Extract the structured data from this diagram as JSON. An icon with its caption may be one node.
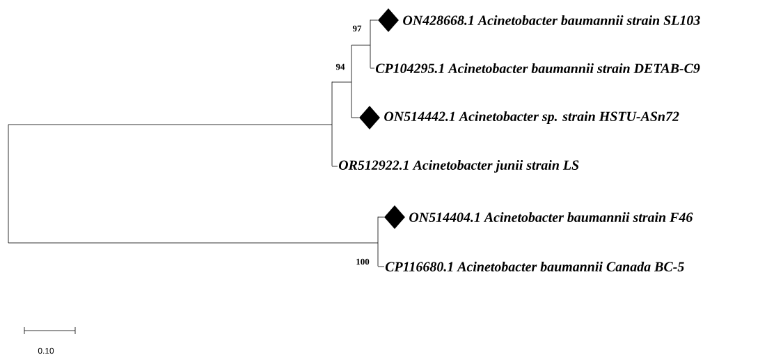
{
  "diagram": {
    "nodes": [
      {
        "text": [],
        "shape": "bar"
      },
      {
        "text": [],
        "shape": "bar"
      },
      {
        "text": [],
        "shape": "bar",
        "beside": [
          "94"
        ]
      },
      {
        "text": [],
        "shape": "bar",
        "beside": [
          "97"
        ]
      },
      {
        "text": [],
        "shape": "diamond",
        "beside": [
          "ON428668.1 Acinetobacter baumannii strain SL103"
        ]
      },
      {
        "text": [
          "CP104295.1 Acinetobacter baumannii strain DETAB-C9"
        ]
      },
      {
        "text": [],
        "shape": "diamond",
        "beside": [
          "ON514442.1 Acinetobacter sp. strain HSTU-ASn72"
        ]
      },
      {
        "text": [
          "OR512922.1 Acinetobacter junii strain LS"
        ]
      },
      {
        "text": [],
        "shape": "bar",
        "beside": [
          "100"
        ]
      },
      {
        "text": [],
        "shape": "diamond",
        "beside": [
          "ON514404.1 Acinetobacter baumannii strain F46"
        ]
      },
      {
        "text": [
          "CP116680.1 Acinetobacter baumannii Canada BC-5"
        ]
      }
    ],
    "edges": [
      {
        "from": 0,
        "to": 1,
        "arrow": "none"
      },
      {
        "from": 0,
        "to": 8,
        "arrow": "none"
      },
      {
        "from": 1,
        "to": 2,
        "arrow": "none"
      },
      {
        "from": 1,
        "to": 7,
        "arrow": "none"
      },
      {
        "from": 2,
        "to": 3,
        "arrow": "none"
      },
      {
        "from": 2,
        "to": 6,
        "arrow": "none"
      },
      {
        "from": 3,
        "to": 4,
        "arrow": "none"
      },
      {
        "from": 3,
        "to": 5,
        "arrow": "none"
      },
      {
        "from": 8,
        "to": 9,
        "arrow": "none"
      },
      {
        "from": 8,
        "to": 10,
        "arrow": "none"
      }
    ],
    "labels": [
      "0.10"
    ]
  }
}
